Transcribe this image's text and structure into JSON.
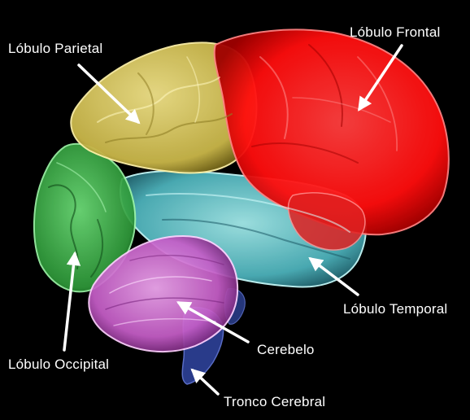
{
  "labels": {
    "parietal": "Lóbulo Parietal",
    "frontal": "Lóbulo Frontal",
    "temporal": "Lóbulo Temporal",
    "occipital": "Lóbulo Occipital",
    "cerebellum": "Cerebelo",
    "brainstem": "Tronco Cerebral"
  },
  "colors": {
    "background": "#000000",
    "frontal": "#ff1a1a",
    "parietal": "#e6d66a",
    "temporal": "#7fe0e0",
    "occipital": "#3fbf4a",
    "cerebellum": "#d77ad8",
    "brainstem": "#3b4fa8",
    "label_text": "#ffffff",
    "arrow": "#ffffff"
  }
}
